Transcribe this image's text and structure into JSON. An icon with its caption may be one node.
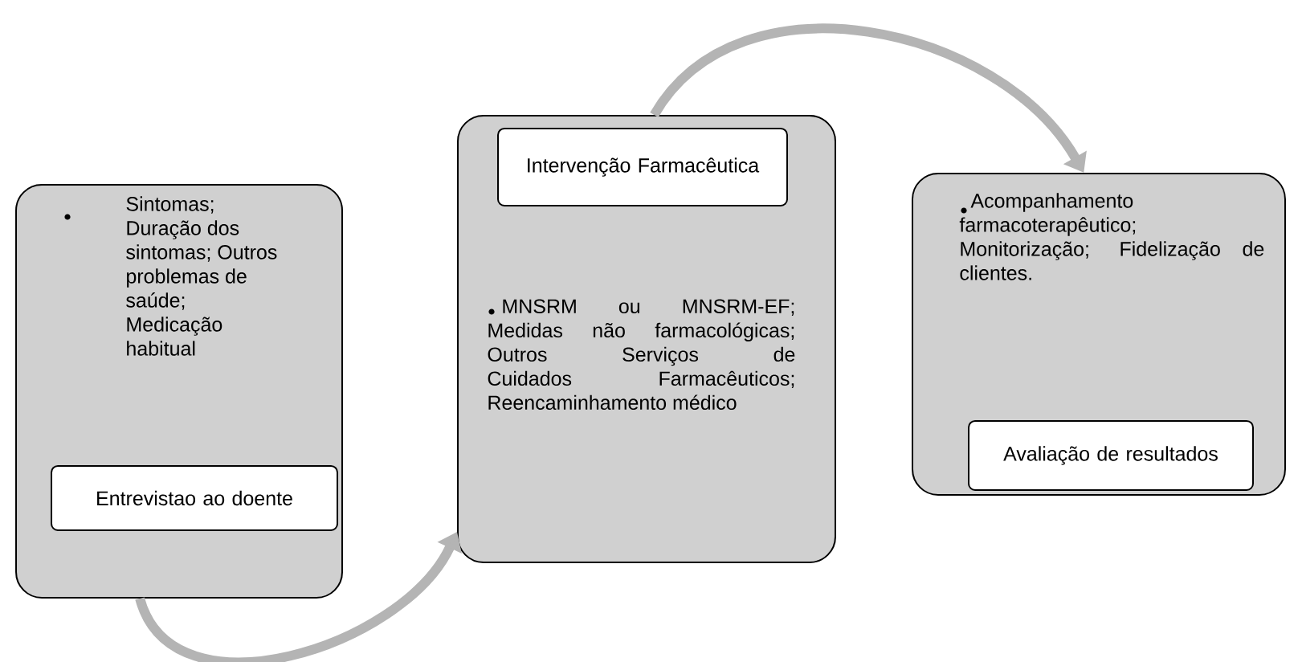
{
  "diagram": {
    "nodes": [
      {
        "text": [
          "Sintomas; Duração dos sintomas; Outros problemas de saúde; Medicação habitual"
        ]
      },
      {
        "text": [
          "Entrevistao ao doente"
        ],
        "in": 0
      },
      {
        "text": [
          "MNSRM ou MNSRM-EF; Medidas não farmacológicas; Outros Serviços de Cuidados Farmacêuticos; Reencaminhamento médico"
        ]
      },
      {
        "text": [
          "Intervenção Farmacêutica"
        ],
        "in": 2
      },
      {
        "text": [
          "Acompanhamento farmacoterapêutico; Monitorização; Fidelização de clientes."
        ]
      },
      {
        "text": [
          "Avaliação de resultados"
        ],
        "in": 4
      }
    ],
    "edges": [
      {
        "from": 0,
        "to": 2,
        "arrow": "to"
      },
      {
        "from": 2,
        "to": 4,
        "arrow": "to"
      }
    ]
  }
}
